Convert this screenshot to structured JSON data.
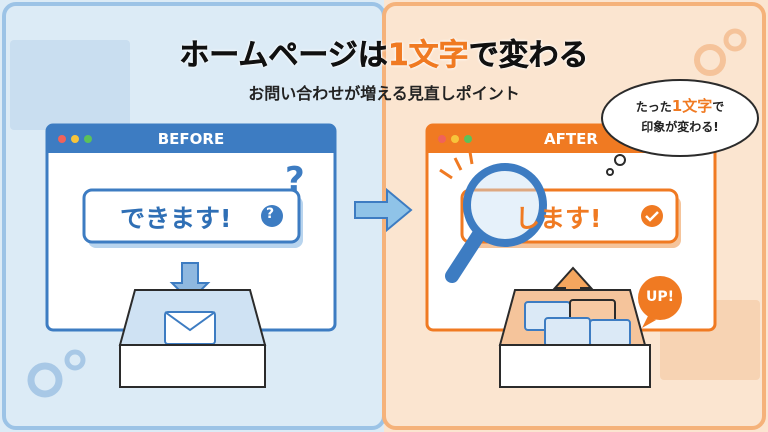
{
  "title": {
    "part1": "ホームページは",
    "accent": "1文字",
    "part2": "で変わる"
  },
  "subtitle": "お問い合わせが増える見直しポイント",
  "before": {
    "label": "BEFORE",
    "button_text": "できます!",
    "badge": "?",
    "question_mark": "?"
  },
  "after": {
    "label": "AFTER",
    "button_text": "します!",
    "badge_icon": "check-icon",
    "up_badge": "UP!"
  },
  "cloud": {
    "line1_pre": "たった",
    "line1_accent": "1文字",
    "line1_post": "で",
    "line2": "印象が変わる!"
  },
  "colors": {
    "blue": "#3d7cc2",
    "orange": "#f07a22",
    "left_bg": "#dcebf6",
    "right_bg": "#fbe5d0"
  }
}
